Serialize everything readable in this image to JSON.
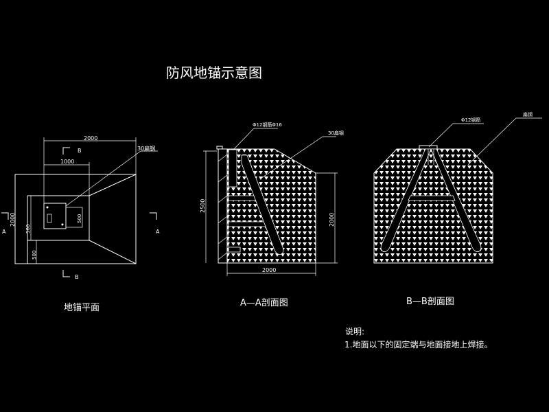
{
  "title": "防风地锚示意图",
  "plan_view": {
    "caption": "地锚平面",
    "dim_total": "2000",
    "dim_half": "1000",
    "dim_left_vertical": "2000",
    "dim_500_a": "500",
    "dim_500_b": "500",
    "dim_500_c": "500",
    "leader_label": "30扁钢",
    "section_a_left": "A",
    "section_a_right": "A",
    "section_b_top": "B",
    "section_b_bottom": "B"
  },
  "section_aa": {
    "caption": "A—A剖面图",
    "leader_top_label": "Φ12钢筋Φ16",
    "leader_right_label": "30扁钢",
    "dim_left": "2500",
    "dim_right": "2000",
    "dim_bottom": "2000"
  },
  "section_bb": {
    "caption": "B—B剖面图",
    "leader_top_label": "Φ12钢筋",
    "leader_right_label": "扁钢"
  },
  "notes": {
    "heading": "说明:",
    "line1": "1.地面以下的固定端与地面接地上焊接。"
  },
  "colors": {
    "background": "#000000",
    "lines": "#ffffff"
  }
}
